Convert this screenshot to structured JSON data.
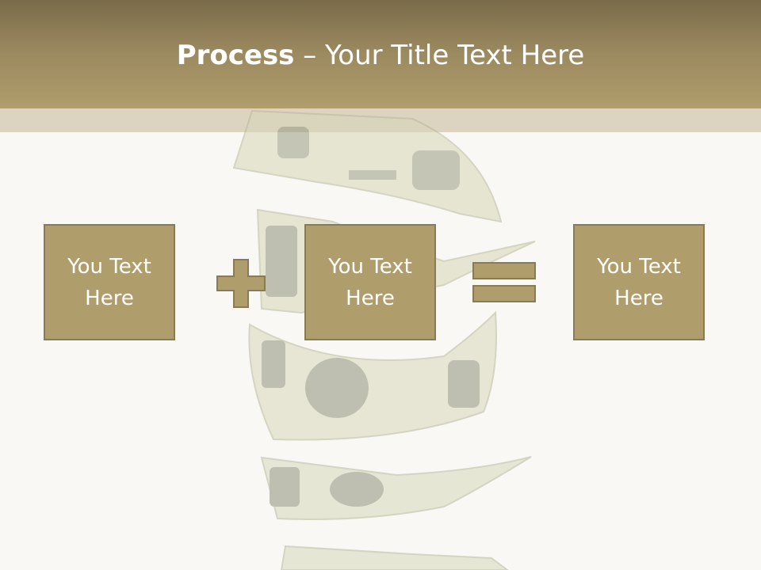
{
  "slide": {
    "title_bold": "Process",
    "title_rest": " – Your Title Text Here"
  },
  "boxes": [
    {
      "text": "You Text Here"
    },
    {
      "text": "You Text Here"
    },
    {
      "text": "You Text Here"
    }
  ],
  "operators": {
    "plus": "plus-symbol",
    "equals": "equals-symbol"
  },
  "colors": {
    "header": "#9c8a60",
    "box_fill": "#b09d6c",
    "box_border": "#8a7b57",
    "background": "#f9f8f4"
  }
}
